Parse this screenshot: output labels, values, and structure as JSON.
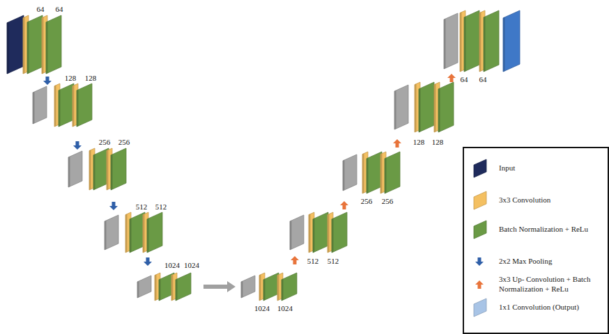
{
  "diagram": {
    "labels": [
      "64",
      "64",
      "128",
      "128",
      "256",
      "256",
      "512",
      "512",
      "1024",
      "1024",
      "1024",
      "1024",
      "512",
      "512",
      "256",
      "256",
      "128",
      "128",
      "64",
      "64"
    ],
    "legend": [
      {
        "text": "Input",
        "color": "#1f2b5c"
      },
      {
        "text": "3x3 Convolution",
        "color": "#f4c062"
      },
      {
        "text": "Batch Normalization + ReLu",
        "color": "#6a9a45"
      },
      {
        "text": "2x2 Max Pooling"
      },
      {
        "text": "3x3 Up- Convolution + Batch Normalization + ReLu"
      },
      {
        "text": "1x1 Convolution (Output)",
        "color": "#a8c4e6"
      }
    ]
  }
}
